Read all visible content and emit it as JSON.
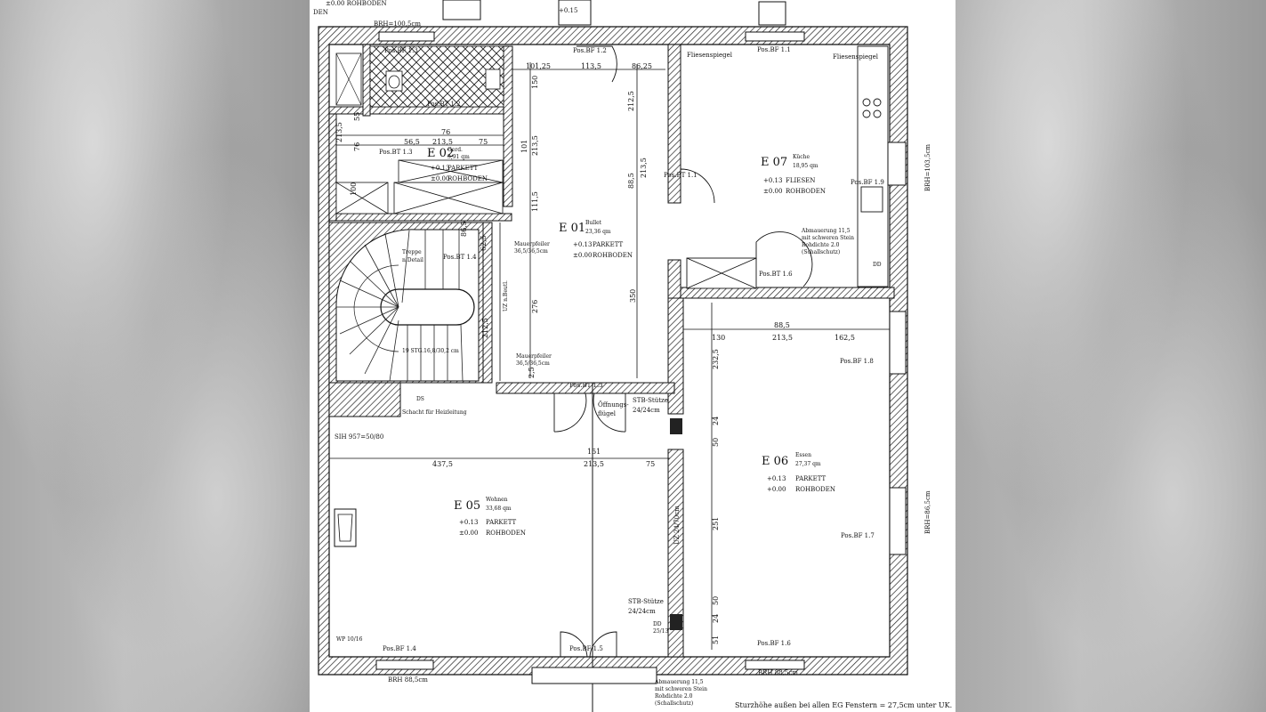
{
  "rooms": [
    {
      "id": "E 01",
      "name": "Bullet",
      "area": "23,36 qm",
      "level1": "+0.13",
      "floor1": "PARKETT",
      "level2": "±0.00",
      "floor2": "ROHBODEN"
    },
    {
      "id": "E 02",
      "name": "Gerd.",
      "area": "3,91 qm",
      "level1": "+0.13",
      "floor1": "PARKETT",
      "level2": "±0.00",
      "floor2": "ROHBODEN"
    },
    {
      "id": "E 05",
      "name": "Wohnen",
      "area": "33,68 qm",
      "level1": "+0.13",
      "floor1": "PARKETT",
      "level2": "±0.00",
      "floor2": "ROHBODEN"
    },
    {
      "id": "E 06",
      "name": "Essen",
      "area": "27,37 qm",
      "level1": "+0.13",
      "floor1": "PARKETT",
      "level2": "+0.00",
      "floor2": "ROHBODEN"
    },
    {
      "id": "E 07",
      "name": "Küche",
      "area": "18,95 qm",
      "level1": "+0.13",
      "floor1": "FLIESEN",
      "level2": "±0.00",
      "floor2": "ROHBODEN"
    }
  ],
  "positions": {
    "bf12": "Pos.BF 1.2",
    "bf11": "Pos.BF 1.1",
    "bf13": "Pos.BF 1.3",
    "bt12": "Pos.BT 1.2",
    "bt13": "Pos.BT 1.3",
    "bt14": "Pos.BT 1.4",
    "bt11": "Pos.BT 1.1",
    "bf19": "Pos.BF 1.9",
    "bt16": "Pos.BT 1.6",
    "bf18": "Pos.BF 1.8",
    "bf17": "Pos.BF 1.7",
    "bf16": "Pos.BF 1.6",
    "bf14": "Pos.BF 1.4",
    "bf15": "Pos.BF 1.5",
    "bt13b": "Pos.BT 1.3"
  },
  "labels": {
    "den": "DEN",
    "roh_top": "±0.00 ROHBODEN",
    "level_top": "+0.15",
    "brh_top": "BRH=100,5cm",
    "fliesenspiegel1": "Fliesenspiegel",
    "fliesenspiegel2": "Fliesenspiegel",
    "brh_right": "BRH=103,5cm",
    "mauerpfeiler1_a": "Mauerpfeiler",
    "mauerpfeiler1_b": "36,5/36,5cm",
    "mauerpfeiler2_a": "Mauerpfeiler",
    "mauerpfeiler2_b": "36,5/36,5cm",
    "treppe_a": "Treppe",
    "treppe_b": "n.Detail",
    "stairs_note": "19 STG.16,8/30,2 cm",
    "uz_beutl": "UZ n.Beutl.",
    "abmauerung_a": "Abmauerung 11,5",
    "abmauerung_b": "mit schweren Stein",
    "abmauerung_c": "Rohdichte 2.0",
    "abmauerung_d": "(Schallschutz)",
    "abm2_a": "Abmauerung 11,5",
    "abm2_b": "mit schweren Stein",
    "abm2_c": "Rohdichte 2.0",
    "abm2_d": "(Schallschutz)",
    "dd_right": "DD",
    "dd_bottom": "DD",
    "dd_bottom_b": "25/13",
    "oeffnung_a": "Öffnungs-",
    "oeffnung_b": "flügel",
    "stb_a": "STB-Stütze",
    "stb_b": "24/24cm",
    "stb2_a": "STB-Stütze",
    "stb2_b": "24/24cm",
    "uz_2470": "UZ 24/70cm",
    "sih": "SIH 957=50/80",
    "ds": "DS",
    "ds_note": "Schacht für Heizleitung",
    "brh_bottom1": "BRH 88,5cm",
    "brh_bottom2": "BRH 88,5cm",
    "brh_right2": "BRH=86,5cm",
    "wp": "WP 10/16",
    "bottom_note": "Sturzhöhe außen bei allen EG Fenstern = 27,5cm unter UK."
  },
  "dims": {
    "d10125": "101,25",
    "d1135": "113,5",
    "d8625": "86,25",
    "d150": "150",
    "d2125a": "212,5",
    "d76a": "76",
    "d565": "56,5",
    "d2135a": "213,5",
    "d75a": "75",
    "d76b": "76",
    "d55": "55",
    "d2135b": "213,5",
    "d101": "101",
    "d1115": "111,5",
    "d2135c": "213,5",
    "d885a": "88,5",
    "d2135d": "213,5",
    "d100": "100",
    "d4375": "437,5",
    "d151": "151",
    "d2135e": "213,5",
    "d75b": "75",
    "d276": "276",
    "d350": "350",
    "d2125b": "212,5",
    "d885b": "88,5",
    "d130": "130",
    "d2135f": "213,5",
    "d1625": "162,5",
    "d2325": "232,5",
    "d50a": "50",
    "d24a": "24",
    "d251": "251",
    "d50b": "50",
    "d24b": "24",
    "d51": "51",
    "d625": "62,5",
    "d25": "2,5",
    "d865": "86,5"
  }
}
